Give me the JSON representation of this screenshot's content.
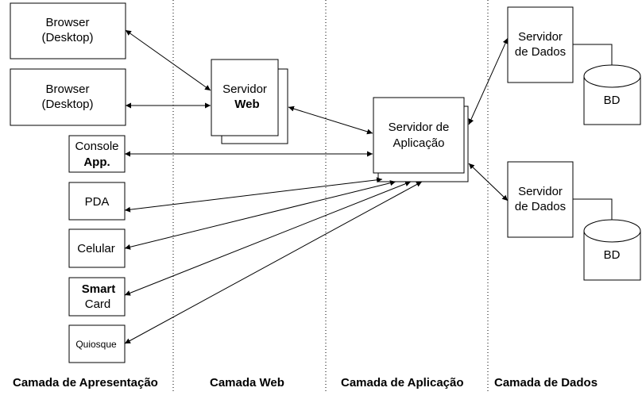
{
  "presentation": {
    "browser1": [
      "Browser",
      "(Desktop)"
    ],
    "browser2": [
      "Browser",
      "(Desktop)"
    ],
    "console": [
      "Console",
      "App."
    ],
    "pda": "PDA",
    "celular": "Celular",
    "smartcard": [
      "Smart",
      "Card"
    ],
    "quiosque": "Quiosque"
  },
  "web": {
    "server": [
      "Servidor",
      "Web"
    ]
  },
  "application": {
    "server": [
      "Servidor de",
      "Aplicação"
    ]
  },
  "data": {
    "server1": [
      "Servidor",
      "de Dados"
    ],
    "server2": [
      "Servidor",
      "de Dados"
    ],
    "db1": "BD",
    "db2": "BD"
  },
  "layers": {
    "presentation": "Camada de Apresentação",
    "web": "Camada Web",
    "application": "Camada de Aplicação",
    "data": "Camada de Dados"
  }
}
